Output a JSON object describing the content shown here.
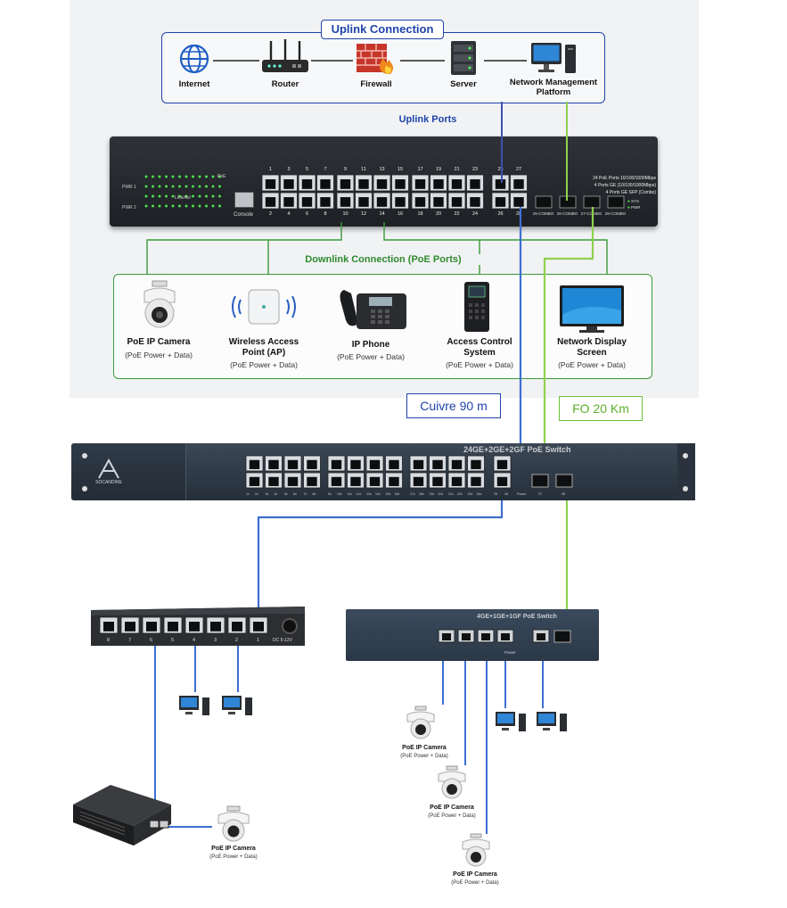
{
  "uplink": {
    "title": "Uplink Connection",
    "devices": [
      {
        "label": "Internet",
        "icon": "globe-icon"
      },
      {
        "label": "Router",
        "icon": "router-icon"
      },
      {
        "label": "Firewall",
        "icon": "firewall-icon"
      },
      {
        "label": "Server",
        "icon": "server-icon"
      },
      {
        "label": "Network Management Platform",
        "icon": "computer-icon"
      }
    ],
    "ports_label": "Uplink Ports"
  },
  "main_switch": {
    "top_port_numbers": [
      "1",
      "3",
      "5",
      "7",
      "9",
      "11",
      "13",
      "15",
      "17",
      "19",
      "21",
      "23"
    ],
    "bottom_port_numbers": [
      "2",
      "4",
      "6",
      "8",
      "10",
      "12",
      "14",
      "16",
      "18",
      "20",
      "22",
      "24"
    ],
    "uplink_top": [
      "25",
      "27"
    ],
    "uplink_bottom": [
      "26",
      "28"
    ],
    "console_label": "Console",
    "sfp_labels": [
      "25-COMBO",
      "26-COMBO",
      "27-COMBO",
      "28-COMBO"
    ],
    "spec_lines": [
      "24 PoE Ports 10/100/1000Mbps",
      "4 Ports GE (10/100/1000Mbps)",
      "4 Ports GE SFP (Combo)"
    ],
    "led_labels": [
      "SYS",
      "PWR"
    ],
    "pwr_labels": [
      "PWR 1",
      "PWR 2"
    ],
    "link_act": "Link/Act",
    "poe": "PoE"
  },
  "downlink": {
    "title": "Downlink Connection (PoE Ports)",
    "devices": [
      {
        "label": "PoE IP Camera",
        "sub": "(PoE Power + Data)",
        "icon": "ip-camera-icon"
      },
      {
        "label": "Wireless Access Point (AP)",
        "sub": "(PoE Power + Data)",
        "icon": "access-point-icon"
      },
      {
        "label": "IP Phone",
        "sub": "(PoE Power + Data)",
        "icon": "ip-phone-icon"
      },
      {
        "label": "Access Control System",
        "sub": "(PoE Power + Data)",
        "icon": "access-control-icon"
      },
      {
        "label": "Network Display Screen",
        "sub": "(PoE Power + Data)",
        "icon": "display-screen-icon"
      }
    ]
  },
  "links": {
    "copper": "Cuivre 90 m",
    "fiber": "FO 20 Km",
    "copper_color": "#3d6fd1",
    "fiber_color": "#8fd14f"
  },
  "rack_switch": {
    "label": "24GE+2GE+2GF PoE Switch",
    "brand": "SOCANDINE",
    "port_labels": [
      "1x",
      "2x",
      "3x",
      "4x",
      "5x",
      "6x",
      "7x",
      "8x",
      "9x",
      "10x",
      "11x",
      "12x",
      "13x",
      "14x",
      "15x",
      "16x",
      "17x",
      "18x",
      "19x",
      "20x",
      "21x",
      "22x",
      "23x",
      "24x"
    ],
    "extra_labels": [
      "25",
      "26",
      "Power",
      "27",
      "28"
    ]
  },
  "small_switch": {
    "port_numbers": [
      "8",
      "7",
      "6",
      "5",
      "4",
      "3",
      "2",
      "1"
    ],
    "dc_label": "DC 5-12V"
  },
  "poe_switch": {
    "label": "4GE+1GE+1GF PoE Switch",
    "power_label": "Power"
  },
  "cameras": [
    {
      "label": "PoE IP Camera",
      "sub": "(PoE Power + Data)"
    },
    {
      "label": "PoE IP Camera",
      "sub": "(PoE Power + Data)"
    },
    {
      "label": "PoE IP Camera",
      "sub": "(PoE Power + Data)"
    },
    {
      "label": "PoE IP Camera",
      "sub": "(PoE Power + Data)"
    }
  ]
}
